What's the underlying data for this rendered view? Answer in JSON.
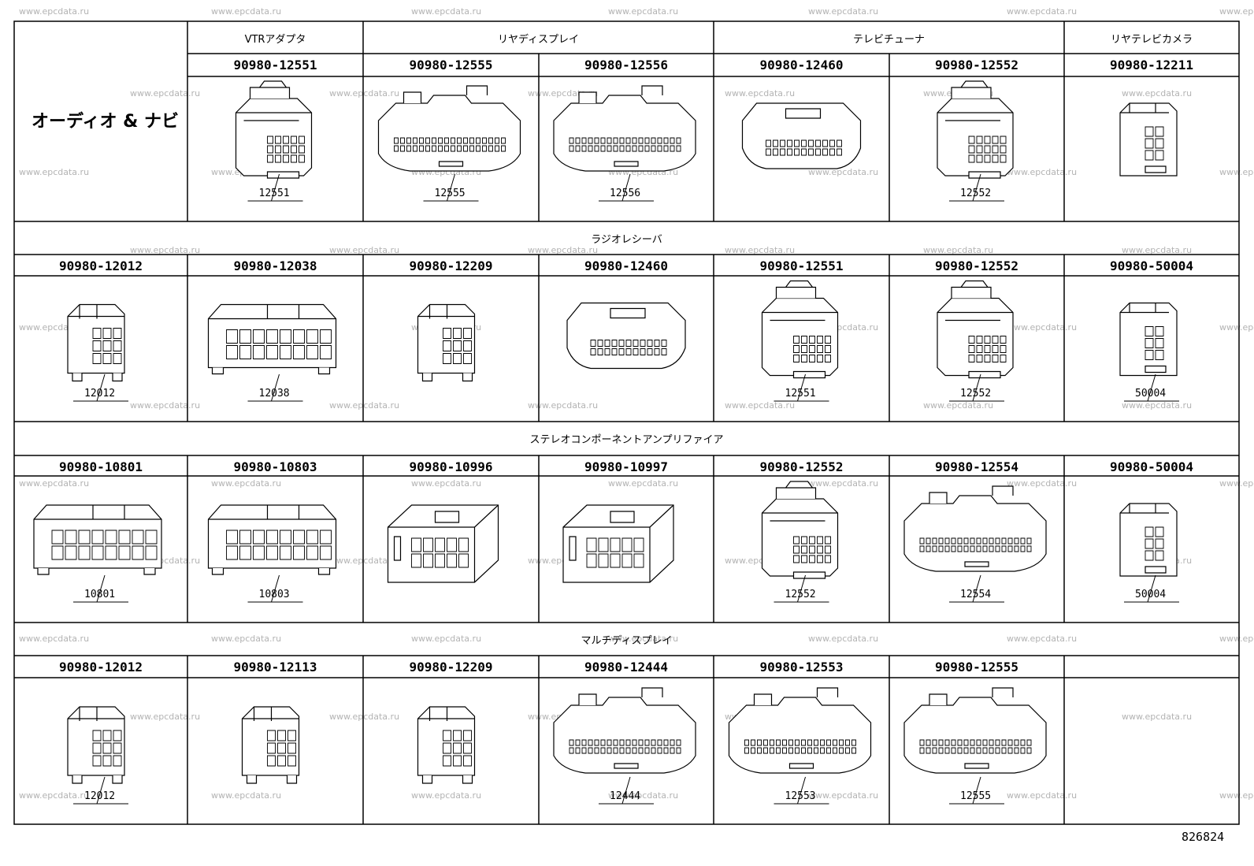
{
  "watermark": "www.epcdata.ru",
  "doc_id": "826824",
  "main_title": "オーディオ & ナビ",
  "sections": [
    {
      "headers": [
        {
          "label": "VTRアダプタ",
          "span": 1
        },
        {
          "label": "リヤディスプレイ",
          "span": 2
        },
        {
          "label": "テレビチューナ",
          "span": 2
        },
        {
          "label": "リヤテレビカメラ",
          "span": 1
        }
      ],
      "cells": [
        {
          "part": "90980-12551",
          "callout": "12551",
          "shape": "a"
        },
        {
          "part": "90980-12555",
          "callout": "12555",
          "shape": "c"
        },
        {
          "part": "90980-12556",
          "callout": "12556",
          "shape": "c"
        },
        {
          "part": "90980-12460",
          "callout": "",
          "shape": "d"
        },
        {
          "part": "90980-12552",
          "callout": "12552",
          "shape": "a"
        },
        {
          "part": "90980-12211",
          "callout": "",
          "shape": "e"
        }
      ]
    },
    {
      "title": "ラジオレシーバ",
      "cells": [
        {
          "part": "90980-12012",
          "callout": "12012",
          "shape": "b"
        },
        {
          "part": "90980-12038",
          "callout": "12038",
          "shape": "f"
        },
        {
          "part": "90980-12209",
          "callout": "",
          "shape": "b"
        },
        {
          "part": "90980-12460",
          "callout": "",
          "shape": "d"
        },
        {
          "part": "90980-12551",
          "callout": "12551",
          "shape": "a"
        },
        {
          "part": "90980-12552",
          "callout": "12552",
          "shape": "a"
        },
        {
          "part": "90980-50004",
          "callout": "50004",
          "shape": "e"
        }
      ]
    },
    {
      "title": "ステレオコンポーネントアンプリファイア",
      "cells": [
        {
          "part": "90980-10801",
          "callout": "10801",
          "shape": "f"
        },
        {
          "part": "90980-10803",
          "callout": "10803",
          "shape": "f"
        },
        {
          "part": "90980-10996",
          "callout": "",
          "shape": "g"
        },
        {
          "part": "90980-10997",
          "callout": "",
          "shape": "g"
        },
        {
          "part": "90980-12552",
          "callout": "12552",
          "shape": "a"
        },
        {
          "part": "90980-12554",
          "callout": "12554",
          "shape": "c"
        },
        {
          "part": "90980-50004",
          "callout": "50004",
          "shape": "e"
        }
      ]
    },
    {
      "title": "マルチディスプレイ",
      "cells": [
        {
          "part": "90980-12012",
          "callout": "12012",
          "shape": "b"
        },
        {
          "part": "90980-12113",
          "callout": "",
          "shape": "b"
        },
        {
          "part": "90980-12209",
          "callout": "",
          "shape": "b"
        },
        {
          "part": "90980-12444",
          "callout": "12444",
          "shape": "c"
        },
        {
          "part": "90980-12553",
          "callout": "12553",
          "shape": "c"
        },
        {
          "part": "90980-12555",
          "callout": "12555",
          "shape": "c"
        },
        {
          "part": "",
          "callout": "",
          "shape": ""
        }
      ]
    }
  ]
}
